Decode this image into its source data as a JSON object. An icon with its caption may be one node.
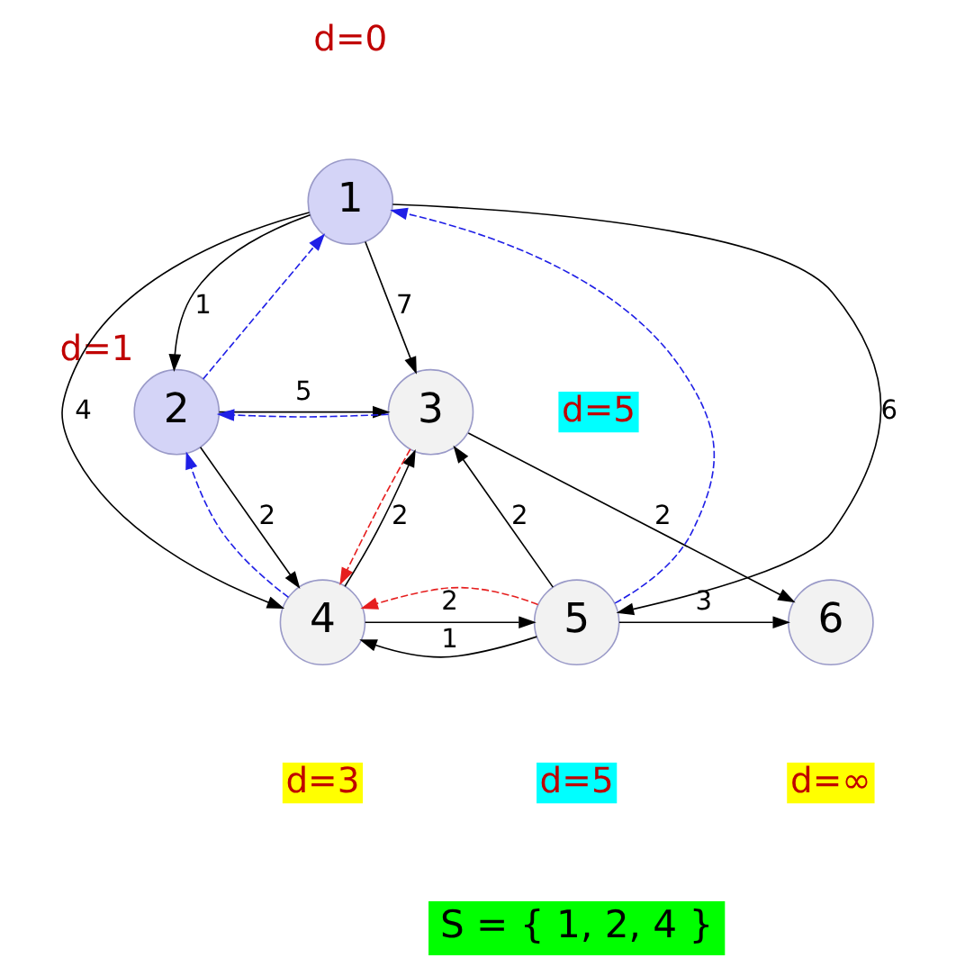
{
  "diagram": {
    "nodes": [
      {
        "text": [
          "1"
        ],
        "beside": [
          "d=0"
        ]
      },
      {
        "text": [
          "2"
        ],
        "beside": [
          "d=1"
        ]
      },
      {
        "text": [
          "3"
        ],
        "beside": [
          "d=5"
        ]
      },
      {
        "text": [
          "4"
        ],
        "beside": [
          "d=3"
        ]
      },
      {
        "text": [
          "5"
        ],
        "beside": [
          "d=5"
        ]
      },
      {
        "text": [
          "6"
        ],
        "beside": [
          "d=∞"
        ]
      }
    ],
    "edges": [
      {
        "from": 0,
        "to": 1,
        "arrow": "to",
        "label": "1"
      },
      {
        "from": 1,
        "to": 0,
        "arrow": "to",
        "style": "dashed",
        "color": "#1f1fe6"
      },
      {
        "from": 0,
        "to": 3,
        "arrow": "to",
        "label": "4"
      },
      {
        "from": 0,
        "to": 4,
        "arrow": "to",
        "label": "6"
      },
      {
        "from": 4,
        "to": 0,
        "arrow": "to",
        "style": "dashed",
        "color": "#1f1fe6"
      },
      {
        "from": 0,
        "to": 2,
        "arrow": "to",
        "label": "7"
      },
      {
        "from": 2,
        "to": 1,
        "arrow": "to",
        "style": "dashed",
        "color": "#1f1fe6"
      },
      {
        "from": 1,
        "to": 2,
        "arrow": "to",
        "label": "5"
      },
      {
        "from": 1,
        "to": 3,
        "arrow": "to",
        "label": "2"
      },
      {
        "from": 3,
        "to": 1,
        "arrow": "to",
        "style": "dashed",
        "color": "#1f1fe6"
      },
      {
        "from": 2,
        "to": 3,
        "arrow": "to",
        "style": "dashed",
        "color": "#e61f1f"
      },
      {
        "from": 3,
        "to": 2,
        "arrow": "to",
        "label": "2"
      },
      {
        "from": 4,
        "to": 2,
        "arrow": "to",
        "label": "2"
      },
      {
        "from": 2,
        "to": 5,
        "arrow": "to",
        "label": "2"
      },
      {
        "from": 4,
        "to": 3,
        "arrow": "to",
        "style": "dashed",
        "color": "#e61f1f"
      },
      {
        "from": 3,
        "to": 4,
        "arrow": "to",
        "label": "2"
      },
      {
        "from": 4,
        "to": 3,
        "arrow": "to",
        "label": "1"
      },
      {
        "from": 4,
        "to": 5,
        "arrow": "to",
        "label": "3"
      }
    ],
    "labels": [
      "S = { 1, 2, 4 }"
    ]
  }
}
